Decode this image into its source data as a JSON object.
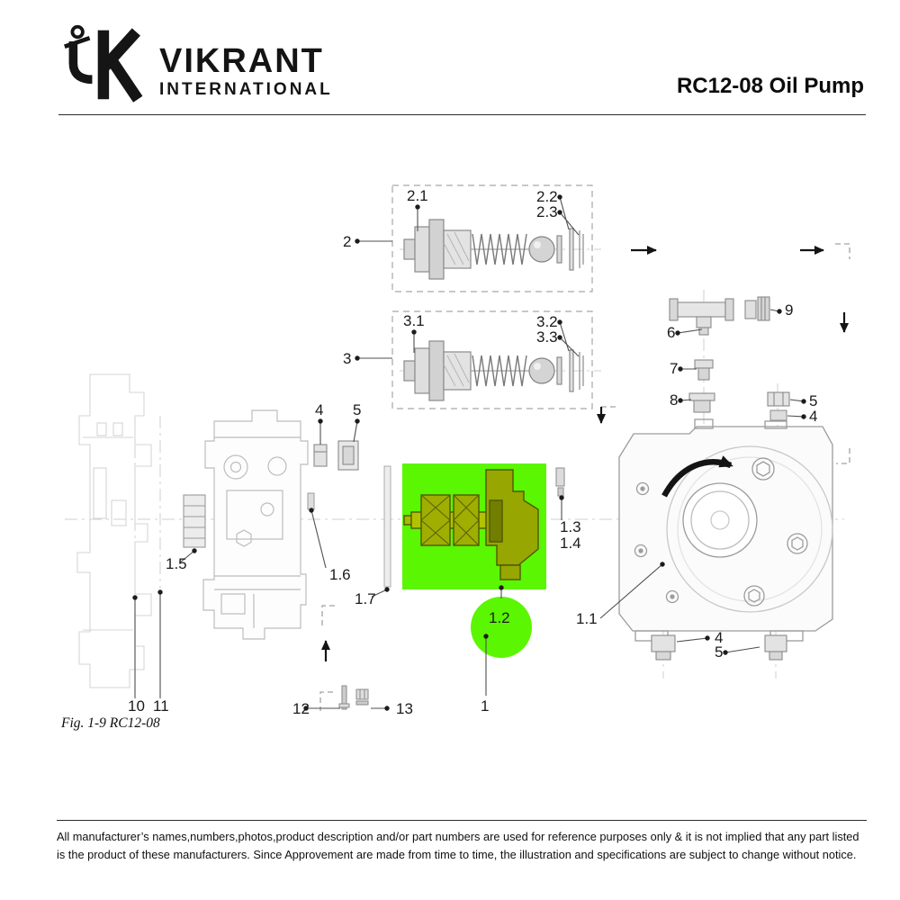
{
  "header": {
    "brand_name": "VIKRANT",
    "brand_subtitle": "INTERNATIONAL",
    "page_title": "RC12-08 Oil Pump"
  },
  "diagram": {
    "figure_caption": "Fig. 1-9  RC12-08",
    "highlight_color": "#5bf602",
    "labels": {
      "p1": "1",
      "p1_1": "1.1",
      "p1_2": "1.2",
      "p1_3": "1.3",
      "p1_4": "1.4",
      "p1_5": "1.5",
      "p1_6": "1.6",
      "p1_7": "1.7",
      "p2": "2",
      "p2_1": "2.1",
      "p2_2": "2.2",
      "p2_3": "2.3",
      "p3": "3",
      "p3_1": "3.1",
      "p3_2": "3.2",
      "p3_3": "3.3",
      "p4_top": "4",
      "p5_top": "5",
      "p5_right": "5",
      "p4_right": "4",
      "p4_bottom": "4",
      "p5_bottom": "5",
      "p6": "6",
      "p7": "7",
      "p8": "8",
      "p9": "9",
      "p10": "10",
      "p11": "11",
      "p12": "12",
      "p13": "13"
    }
  },
  "footer": {
    "disclaimer_line1": "All manufacturer’s names,numbers,photos,product description and/or part numbers are used for reference purposes only & it is not implied that any part listed",
    "disclaimer_line2": "is the product of these manufacturers.  Since Approvement are made from time to time,  the illustration and specifications are subject to change without notice."
  }
}
